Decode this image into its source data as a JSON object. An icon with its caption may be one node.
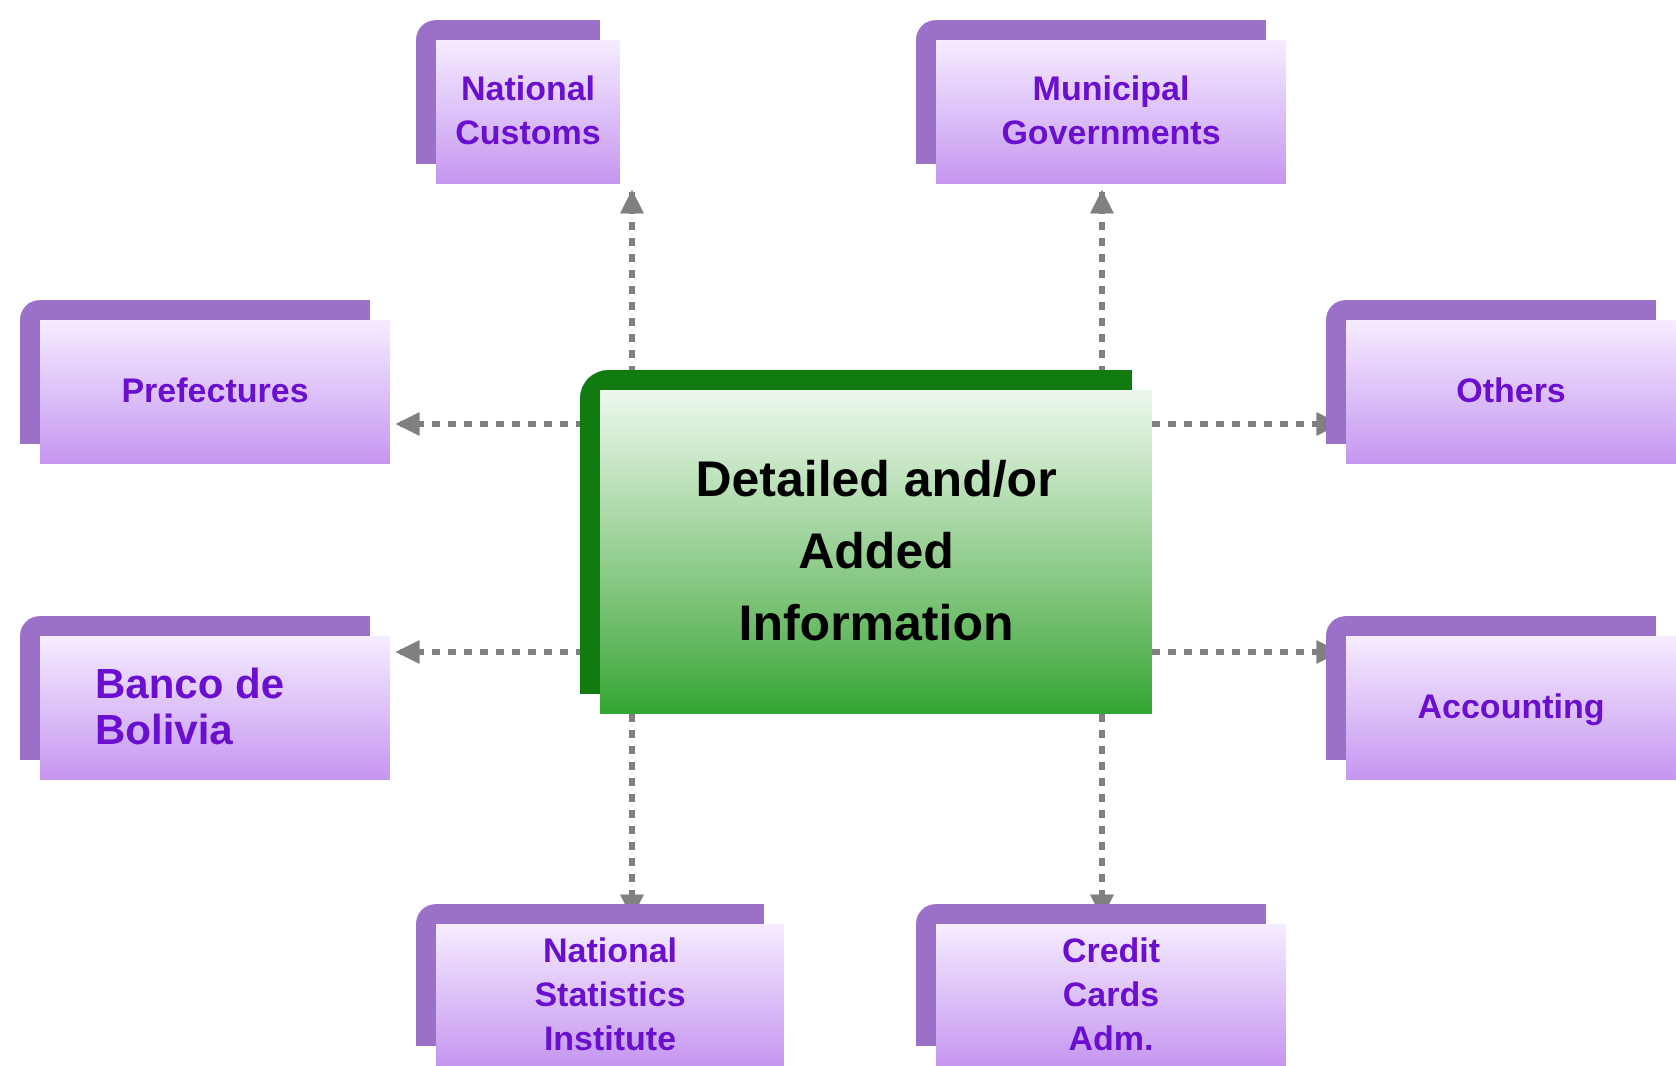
{
  "diagram": {
    "nodes": [
      {
        "text": [
          "National Customs"
        ]
      },
      {
        "text": [
          "Municipal Governments"
        ]
      },
      {
        "text": [
          "Prefectures"
        ]
      },
      {
        "text": [
          "Detailed and/or Added Information"
        ]
      },
      {
        "text": [
          "Others"
        ]
      },
      {
        "text": [
          "Banco de Bolivia"
        ]
      },
      {
        "text": [
          "Accounting"
        ]
      },
      {
        "text": [
          "National Statistics Institute"
        ]
      },
      {
        "text": [
          "Credit Cards Adm."
        ]
      }
    ],
    "edges": [
      {
        "from": 3,
        "to": 0,
        "arrow": "to",
        "style": "dashed"
      },
      {
        "from": 3,
        "to": 1,
        "arrow": "to",
        "style": "dashed"
      },
      {
        "from": 3,
        "to": 2,
        "arrow": "to",
        "style": "dashed"
      },
      {
        "from": 3,
        "to": 4,
        "arrow": "to",
        "style": "dashed"
      },
      {
        "from": 3,
        "to": 5,
        "arrow": "to",
        "style": "dashed"
      },
      {
        "from": 3,
        "to": 6,
        "arrow": "to",
        "style": "dashed"
      },
      {
        "from": 3,
        "to": 7,
        "arrow": "to",
        "style": "dashed"
      },
      {
        "from": 3,
        "to": 8,
        "arrow": "to",
        "style": "dashed"
      }
    ]
  }
}
